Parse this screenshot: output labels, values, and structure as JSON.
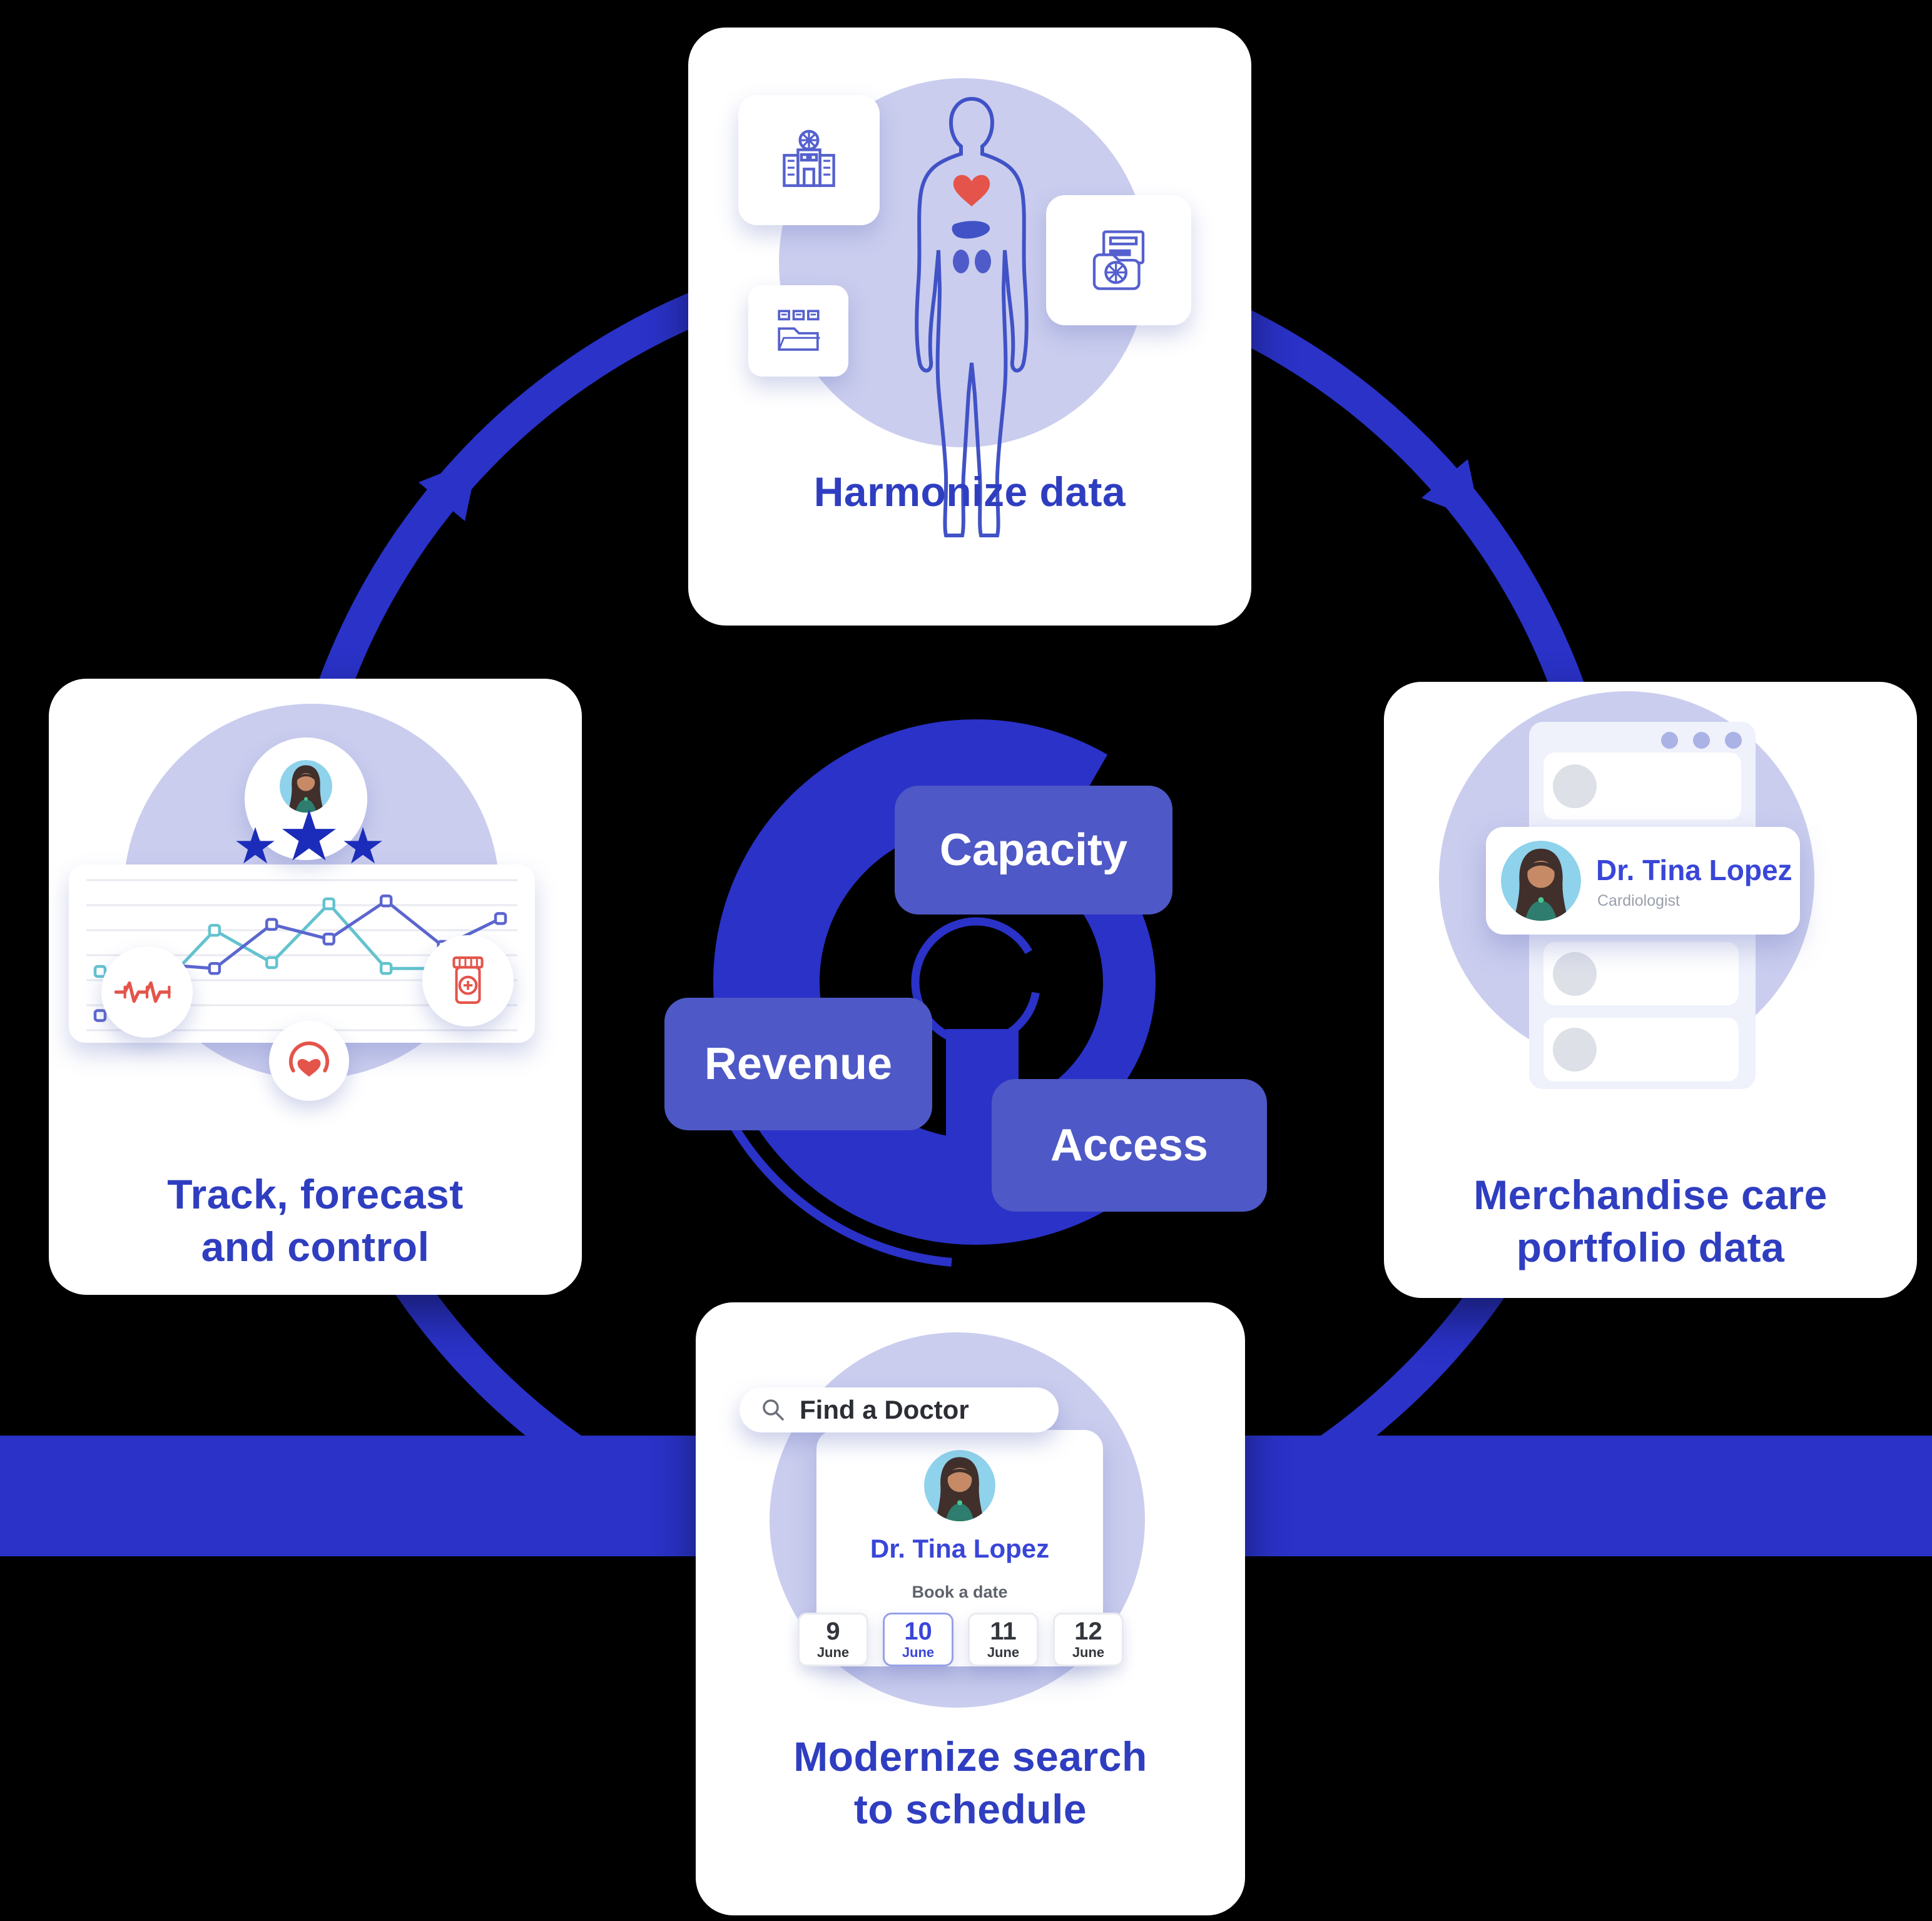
{
  "palette": {
    "background": "#000000",
    "arrow_blue": "#2A32C8",
    "pill_blue": "#4E58C6",
    "lavender": "#CACDEE",
    "caption_indigo": "#2F3EC0",
    "link_blue": "#3946D8",
    "accent_red": "#E4544A",
    "line_indigo": "#5B66CF",
    "line_teal": "#63C3CF",
    "star_blue": "#1B2CBA",
    "avatar_bg_blue": "#8FD2EB"
  },
  "center": {
    "pills": [
      {
        "label": "Capacity"
      },
      {
        "label": "Revenue"
      },
      {
        "label": "Access"
      }
    ]
  },
  "cards": {
    "top": {
      "caption": "Harmonize data",
      "icons": [
        "hospital-icon",
        "records-folder-icon",
        "archive-box-icon",
        "human-body-figure"
      ]
    },
    "right": {
      "caption_line1": "Merchandise care",
      "caption_line2": "portfolio data",
      "doctor": {
        "name": "Dr. Tina Lopez",
        "specialty": "Cardiologist"
      }
    },
    "bottom": {
      "caption_line1": "Modernize search",
      "caption_line2": "to schedule",
      "search_placeholder": "Find a Doctor",
      "doctor_name": "Dr. Tina Lopez",
      "book_label": "Book a date",
      "dates": [
        {
          "day": "9",
          "month": "June",
          "selected": false
        },
        {
          "day": "10",
          "month": "June",
          "selected": true
        },
        {
          "day": "11",
          "month": "June",
          "selected": false
        },
        {
          "day": "12",
          "month": "June",
          "selected": false
        }
      ]
    },
    "left": {
      "caption_line1": "Track, forecast",
      "caption_line2": "and control",
      "rating_stars": 3
    }
  },
  "chart_data": {
    "type": "line",
    "x": [
      1,
      2,
      3,
      4,
      5,
      6,
      7,
      8
    ],
    "series": [
      {
        "name": "indigo-series",
        "color": "#5B66CF",
        "values": [
          10,
          45,
          42,
          72,
          62,
          88,
          57,
          76
        ]
      },
      {
        "name": "teal-series",
        "color": "#63C3CF",
        "values": [
          40,
          27,
          68,
          46,
          86,
          42,
          42,
          43
        ]
      }
    ],
    "title": "",
    "xlabel": "",
    "ylabel": "",
    "ylim": [
      0,
      100
    ],
    "grid": true,
    "legend": false
  }
}
